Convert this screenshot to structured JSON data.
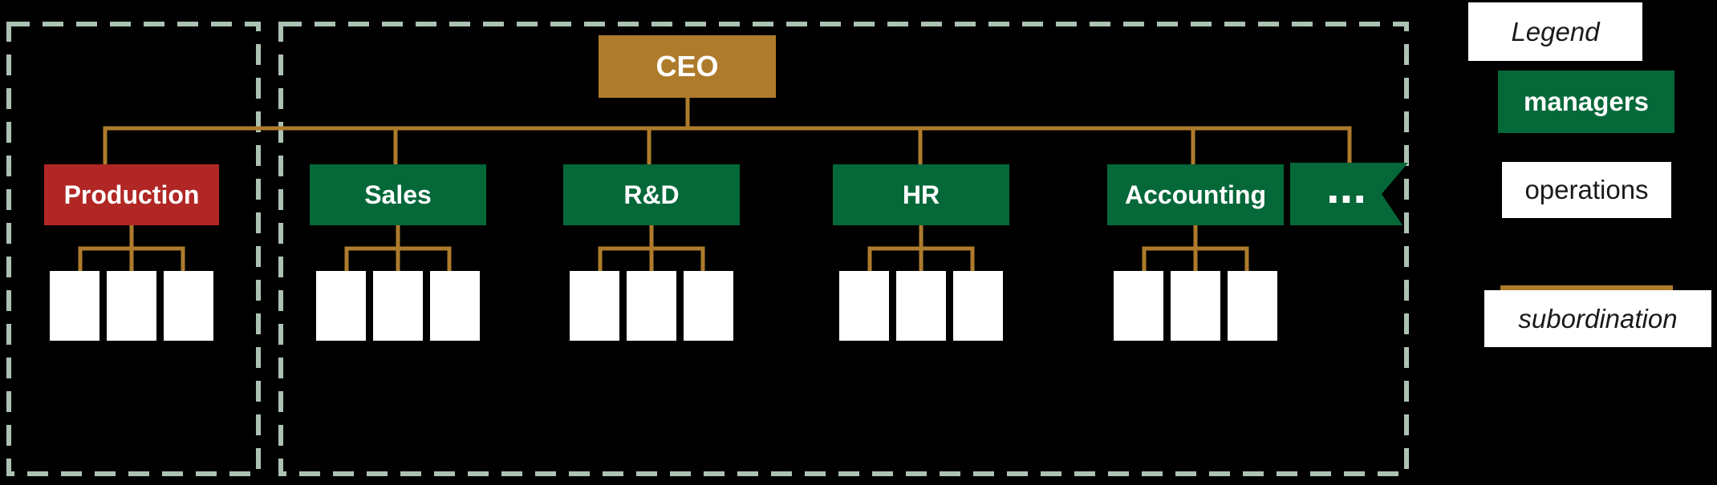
{
  "org_chart": {
    "ceo": {
      "label": "CEO"
    },
    "departments": [
      {
        "label": "Production",
        "category": "operations",
        "operation_boxes": 3
      },
      {
        "label": "Sales",
        "category": "managers",
        "operation_boxes": 3
      },
      {
        "label": "R&D",
        "category": "managers",
        "operation_boxes": 3
      },
      {
        "label": "HR",
        "category": "managers",
        "operation_boxes": 3
      },
      {
        "label": "Accounting",
        "category": "managers",
        "operation_boxes": 3
      },
      {
        "label": "...",
        "category": "managers",
        "operation_boxes": 0
      }
    ]
  },
  "legend": {
    "title": "Legend",
    "managers_label": "managers",
    "operations_label": "operations",
    "subordination_label": "subordination"
  },
  "colors": {
    "background": "#000000",
    "managers_green": "#056839",
    "production_red": "#B12725",
    "ceo_gold": "#AE7B2C",
    "subordination_line_gold": "#AE7B2C",
    "region_dash_sage": "#ACC2B3",
    "operations_white": "#FFFFFF"
  }
}
